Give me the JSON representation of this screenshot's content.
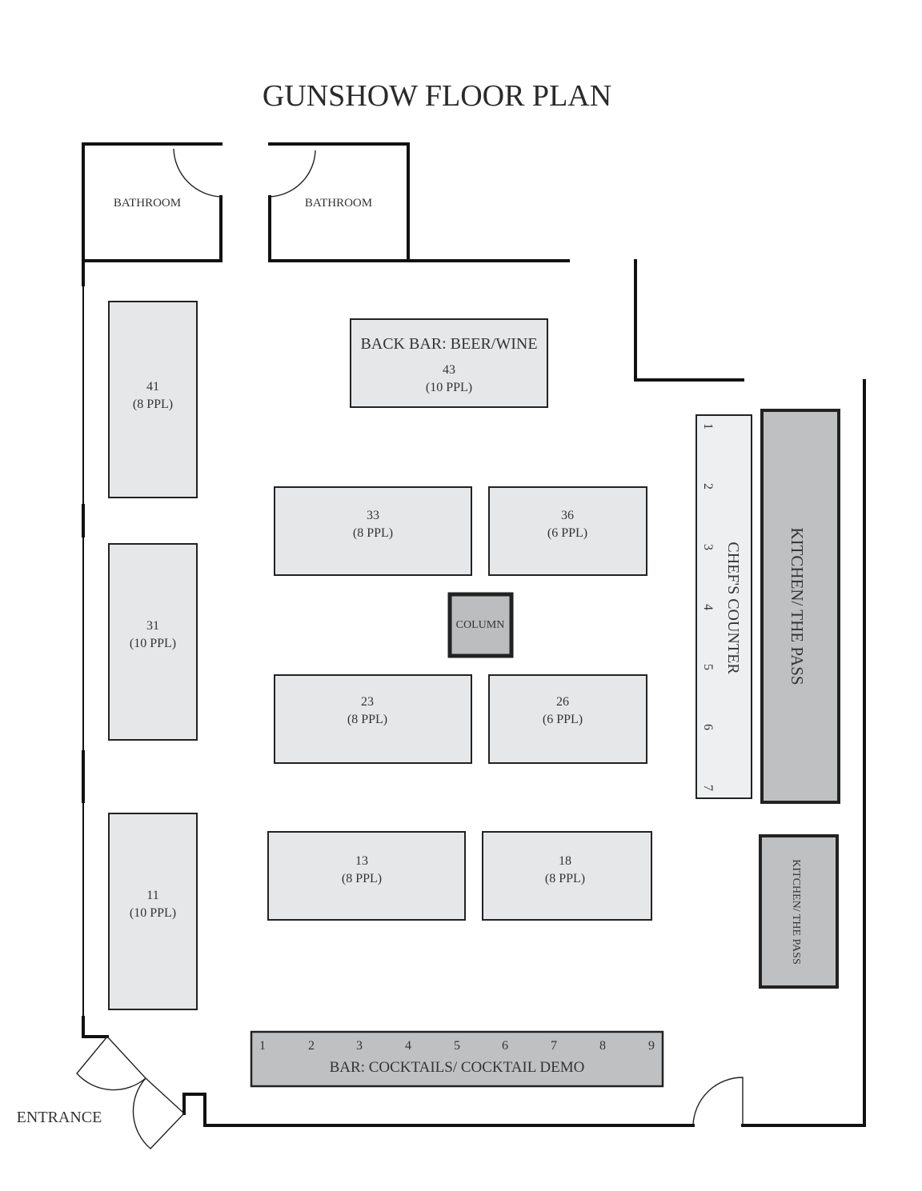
{
  "title": "GUNSHOW FLOOR PLAN",
  "rooms": {
    "bathroom_left": "BATHROOM",
    "bathroom_right": "BATHROOM",
    "entrance": "ENTRANCE"
  },
  "back_bar": {
    "label": "BACK BAR: BEER/WINE",
    "number": "43",
    "capacity": "(10 PPL)"
  },
  "tables": {
    "t41": {
      "number": "41",
      "capacity": "(8 PPL)"
    },
    "t31": {
      "number": "31",
      "capacity": "(10 PPL)"
    },
    "t11": {
      "number": "11",
      "capacity": "(10 PPL)"
    },
    "t33": {
      "number": "33",
      "capacity": "(8 PPL)"
    },
    "t36": {
      "number": "36",
      "capacity": "(6 PPL)"
    },
    "t23": {
      "number": "23",
      "capacity": "(8 PPL)"
    },
    "t26": {
      "number": "26",
      "capacity": "(6 PPL)"
    },
    "t13": {
      "number": "13",
      "capacity": "(8 PPL)"
    },
    "t18": {
      "number": "18",
      "capacity": "(8 PPL)"
    }
  },
  "column": "COLUMN",
  "chefs_counter": {
    "label": "CHEF'S COUNTER",
    "seats": [
      "1",
      "2",
      "3",
      "4",
      "5",
      "6",
      "7"
    ]
  },
  "kitchen_main": "KITCHEN/ THE PASS",
  "kitchen_small": "KITCHEN/ THE PASS",
  "bar": {
    "label": "BAR: COCKTAILS/ COCKTAIL DEMO",
    "seats": [
      "1",
      "2",
      "3",
      "4",
      "5",
      "6",
      "7",
      "8",
      "9"
    ]
  }
}
